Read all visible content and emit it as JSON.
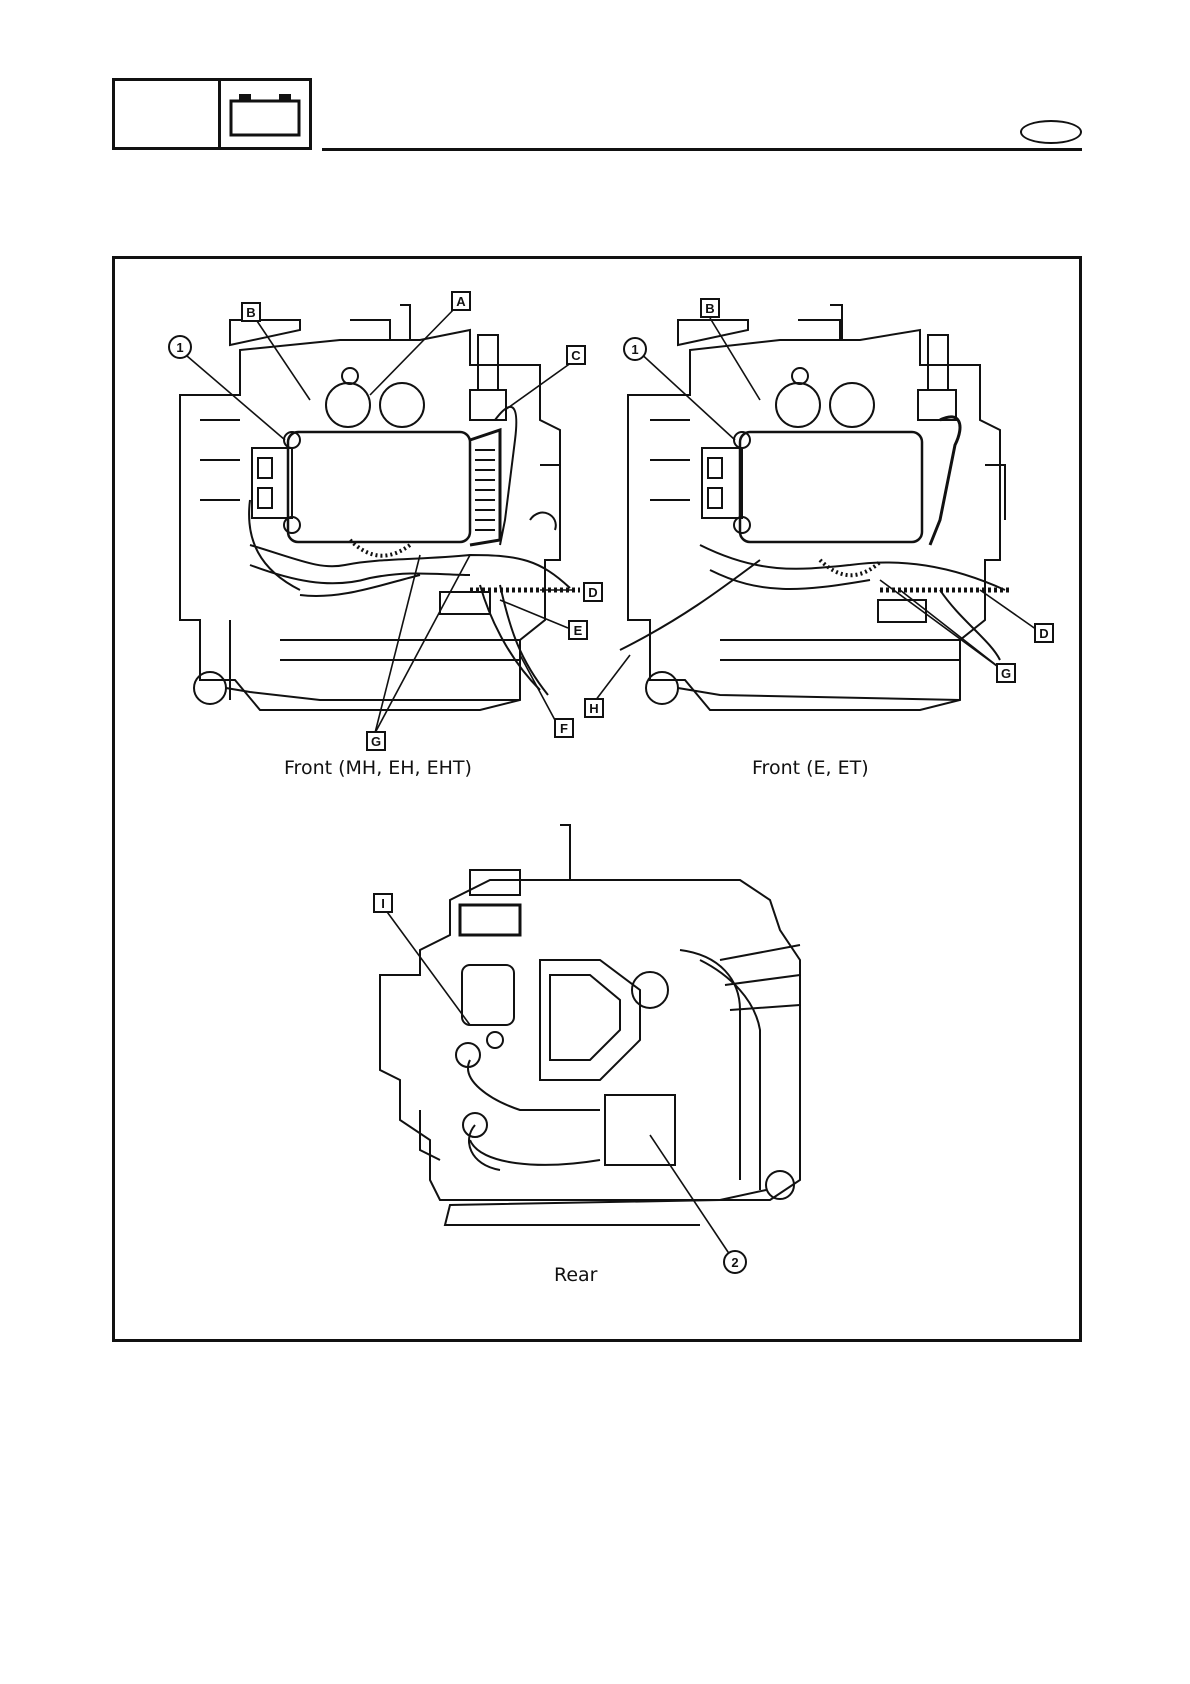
{
  "captions": {
    "front_mh": "Front (MH, EH, EHT)",
    "front_e": "Front (E, ET)",
    "rear": "Rear"
  },
  "callouts": {
    "fig1": {
      "B": "B",
      "A": "A",
      "one": "1",
      "C": "C",
      "D": "D",
      "E": "E",
      "F": "F",
      "G": "G"
    },
    "fig2": {
      "B": "B",
      "one": "1",
      "D": "D",
      "G": "G",
      "H": "H"
    },
    "fig3": {
      "I": "I",
      "two": "2"
    }
  },
  "icons": {
    "header": "battery-icon"
  }
}
